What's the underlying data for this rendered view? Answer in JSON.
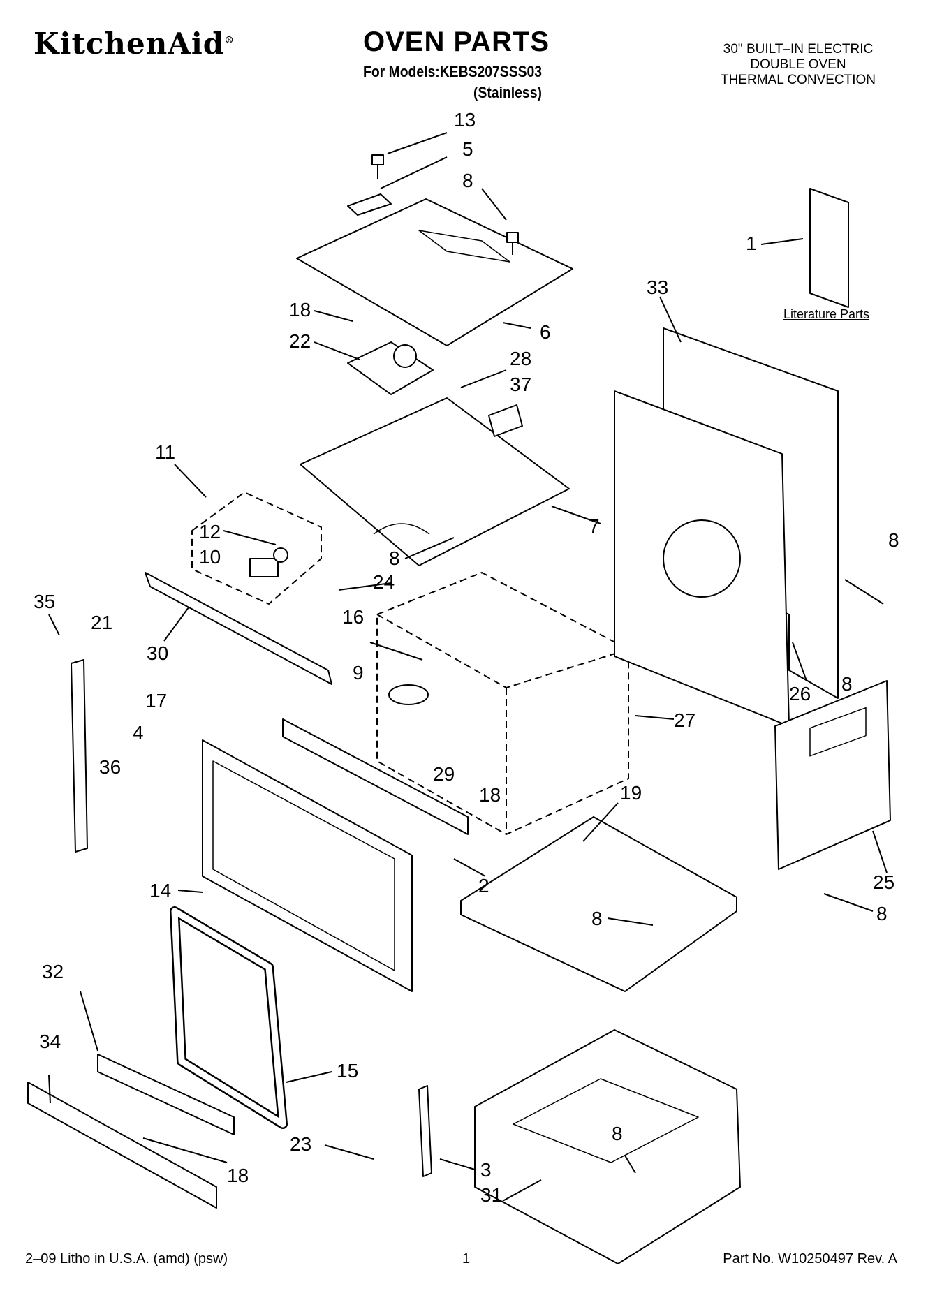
{
  "header": {
    "brand": "KitchenAid",
    "brand_mark": "®",
    "title": "OVEN PARTS",
    "models": "For Models:KEBS207SSS03",
    "variant": "(Stainless)",
    "appliance_line1": "30\" BUILT–IN ELECTRIC",
    "appliance_line2": "DOUBLE OVEN",
    "appliance_line3": "THERMAL CONVECTION"
  },
  "literature_label": "Literature Parts",
  "callouts": [
    "13",
    "5",
    "8",
    "1",
    "33",
    "18",
    "6",
    "22",
    "28",
    "37",
    "11",
    "12",
    "10",
    "7",
    "8",
    "8",
    "24",
    "35",
    "21",
    "30",
    "16",
    "9",
    "26",
    "8",
    "17",
    "27",
    "4",
    "36",
    "29",
    "18",
    "19",
    "25",
    "8",
    "2",
    "14",
    "8",
    "32",
    "34",
    "15",
    "8",
    "23",
    "3",
    "18",
    "31"
  ],
  "footer": {
    "left": "2–09 Litho in U.S.A. (amd) (psw)",
    "page": "1",
    "part_no": "Part No. W10250497 Rev. A"
  }
}
